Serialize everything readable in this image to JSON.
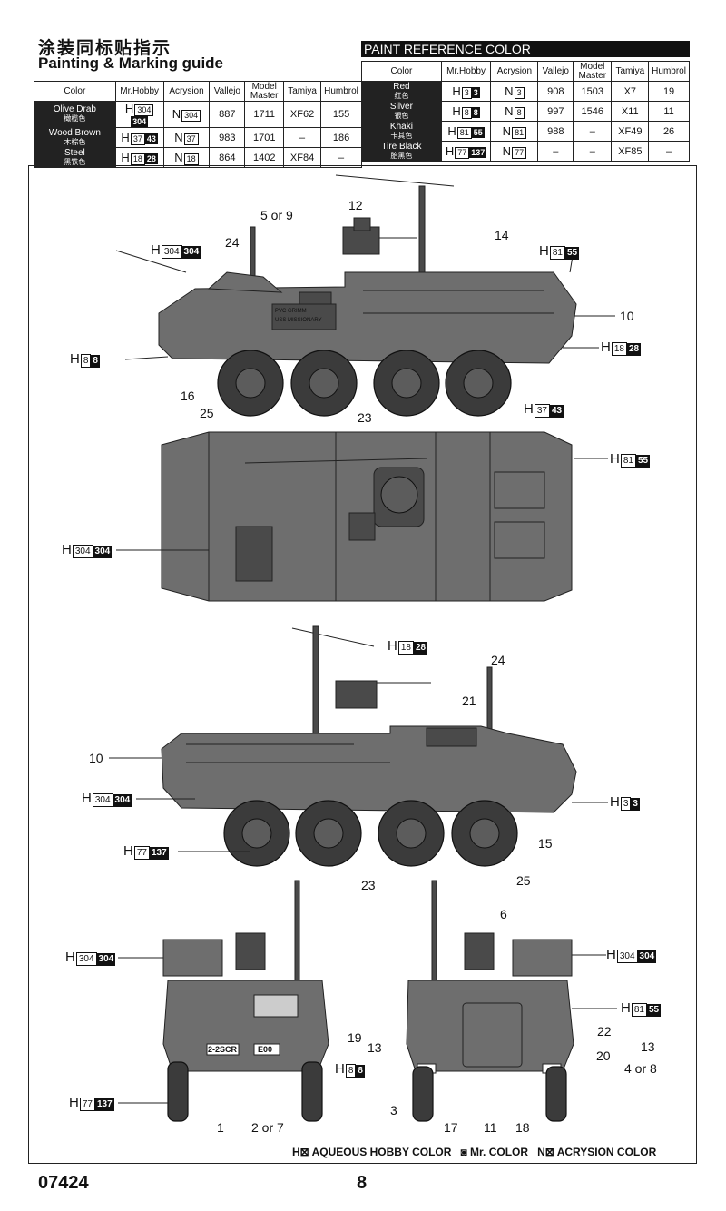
{
  "header": {
    "title_cn": "涂装同标贴指示",
    "title_en": "Painting & Marking guide",
    "paint_reference": "PAINT REFERENCE COLOR"
  },
  "columns": [
    "Color",
    "Mr.Hobby",
    "Acrysion",
    "Vallejo",
    "Model Master",
    "Tamiya",
    "Humbrol"
  ],
  "left_table": [
    {
      "name": "Olive Drab",
      "cn": "橄榄色",
      "h": "304",
      "hb": "304",
      "n": "304",
      "vallejo": "887",
      "mm": "1711",
      "tamiya": "XF62",
      "humbrol": "155"
    },
    {
      "name": "Wood Brown",
      "cn": "木棕色",
      "h": "37",
      "hb": "43",
      "n": "37",
      "vallejo": "983",
      "mm": "1701",
      "tamiya": "–",
      "humbrol": "186"
    },
    {
      "name": "Steel",
      "cn": "黑铁色",
      "h": "18",
      "hb": "28",
      "n": "18",
      "vallejo": "864",
      "mm": "1402",
      "tamiya": "XF84",
      "humbrol": "–"
    }
  ],
  "right_table": [
    {
      "name": "Red",
      "cn": "红色",
      "h": "3",
      "hb": "3",
      "n": "3",
      "vallejo": "908",
      "mm": "1503",
      "tamiya": "X7",
      "humbrol": "19"
    },
    {
      "name": "Silver",
      "cn": "银色",
      "h": "8",
      "hb": "8",
      "n": "8",
      "vallejo": "997",
      "mm": "1546",
      "tamiya": "X11",
      "humbrol": "11"
    },
    {
      "name": "Khaki",
      "cn": "卡其色",
      "h": "81",
      "hb": "55",
      "n": "81",
      "vallejo": "988",
      "mm": "–",
      "tamiya": "XF49",
      "humbrol": "26"
    },
    {
      "name": "Tire Black",
      "cn": "胎黑色",
      "h": "77",
      "hb": "137",
      "n": "77",
      "vallejo": "–",
      "mm": "–",
      "tamiya": "XF85",
      "humbrol": "–"
    }
  ],
  "callouts": {
    "c1": "5 or 9",
    "c2": "12",
    "c3": "24",
    "c4": "14",
    "c5": "10",
    "c6": "16",
    "c7": "25",
    "c8": "23",
    "c9": "21",
    "c10": "24",
    "c11": "10",
    "c12": "23",
    "c13": "25",
    "c14": "15",
    "c15": "6",
    "c16": "19",
    "c17": "13",
    "c18": "22",
    "c19": "13",
    "c20": "20",
    "c21": "4 or 8",
    "c22": "3",
    "c23": "17",
    "c24": "11",
    "c25": "18",
    "c26": "1",
    "c27": "2 or 7"
  },
  "hlabels": {
    "h": "H",
    "n": "N"
  },
  "legend": {
    "aq": "AQUEOUS HOBBY COLOR",
    "mr": "Mr. COLOR",
    "acr": "ACRYSION COLOR"
  },
  "vehicle_marks": {
    "bumper_left": "2-2SCR",
    "bumper_right": "E00",
    "side_text1": "PVC GRIMM",
    "side_text2": "USS MISSIONARY"
  },
  "footer": {
    "code": "07424",
    "page": "8"
  }
}
